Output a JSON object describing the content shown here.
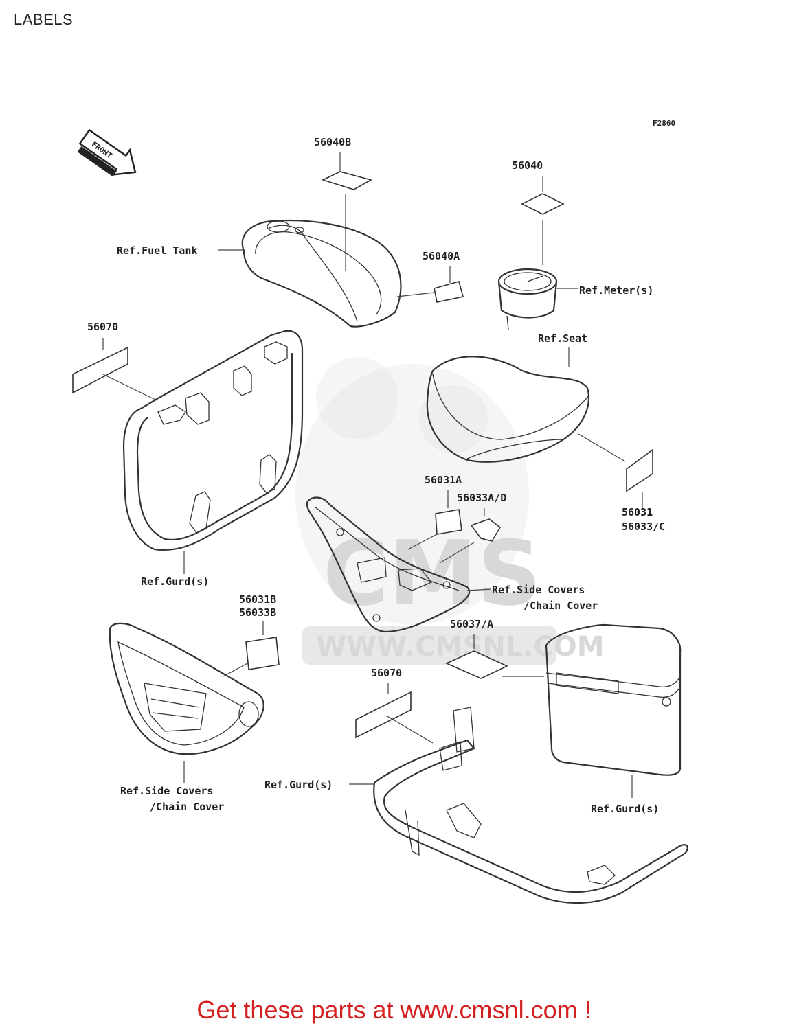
{
  "title": "LABELS",
  "figure_code": "F2860",
  "front_arrow_text": "FRONT",
  "watermark": {
    "logo_text": "CMS",
    "site": "WWW.CMSNL.COM"
  },
  "labels": {
    "p56040B": "56040B",
    "p56040": "56040",
    "p56040A": "56040A",
    "p56070_top": "56070",
    "p56031A": "56031A",
    "p56033AD": "56033A/D",
    "p56031": "56031",
    "p56033C": "56033/C",
    "p56031B": "56031B",
    "p56033B": "56033B",
    "p56037A": "56037/A",
    "p56070_bottom": "56070"
  },
  "refs": {
    "fuel_tank": "Ref.Fuel Tank",
    "meter": "Ref.Meter(s)",
    "seat": "Ref.Seat",
    "gurd_left": "Ref.Gurd(s)",
    "side_covers_mid_1": "Ref.Side Covers",
    "side_covers_mid_2": "/Chain Cover",
    "side_covers_left_1": "Ref.Side Covers",
    "side_covers_left_2": "/Chain Cover",
    "gurd_bottom": "Ref.Gurd(s)",
    "gurd_right": "Ref.Gurd(s)"
  },
  "footer": "Get these parts at www.cmsnl.com !"
}
